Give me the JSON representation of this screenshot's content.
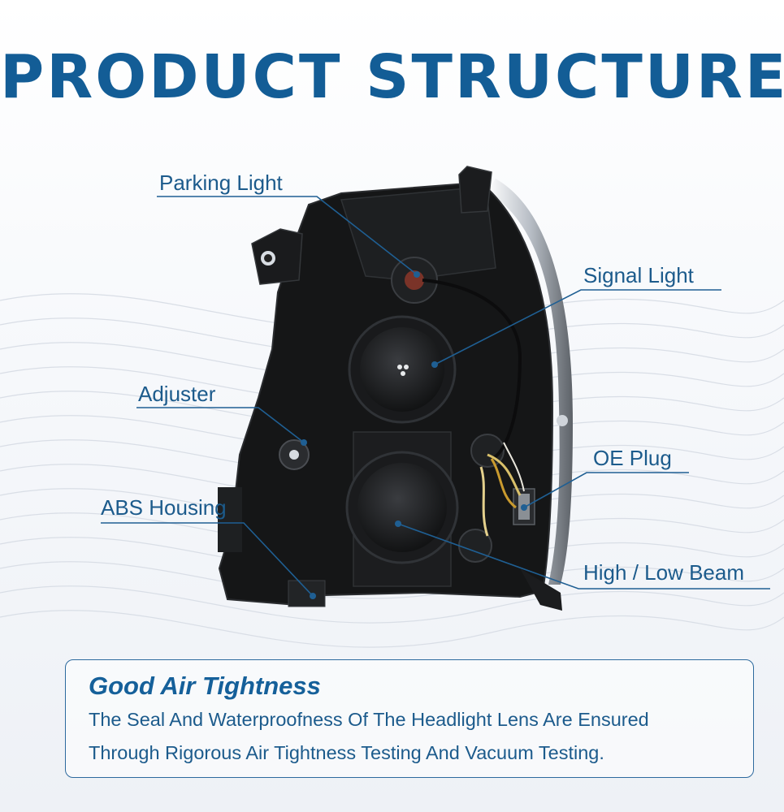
{
  "header": {
    "title": "PRODUCT STRUCTURE"
  },
  "callouts": {
    "parking_light": "Parking Light",
    "signal_light": "Signal Light",
    "adjuster": "Adjuster",
    "oe_plug": "OE Plug",
    "abs_housing": "ABS Housing",
    "high_low_beam": "High / Low Beam"
  },
  "info": {
    "heading": "Good Air Tightness",
    "line1": "The Seal And Waterproofness Of The Headlight Lens Are Ensured",
    "line2": "Through Rigorous Air Tightness Testing And Vacuum Testing."
  },
  "colors": {
    "title": "#135d96",
    "label": "#1c5b8c",
    "housing": "#151617",
    "leader": "#1f5f93"
  }
}
